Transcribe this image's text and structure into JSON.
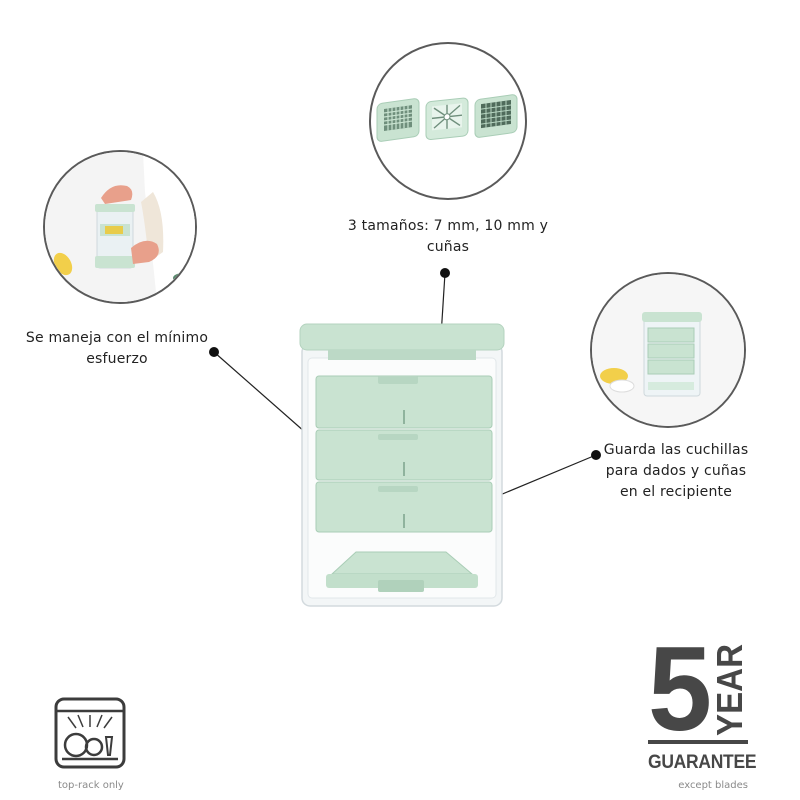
{
  "callouts": {
    "sizes": "3 tamaños: 7 mm, 10 mm y cuñas",
    "effort": "Se maneja con el mínimo esfuerzo",
    "storage": "Guarda las cuchillas para dados y cuñas en el recipiente"
  },
  "dishwasher": {
    "caption": "top-rack only",
    "icon": "dishwasher-top-rack-icon"
  },
  "guarantee": {
    "number": "5",
    "unit": "YEAR",
    "word": "GUARANTEE",
    "note": "except blades"
  },
  "colors": {
    "mint": "#c9e3d1",
    "mint_dark": "#a9cdb6",
    "outline": "#5a5a5a",
    "badge": "#474747"
  }
}
